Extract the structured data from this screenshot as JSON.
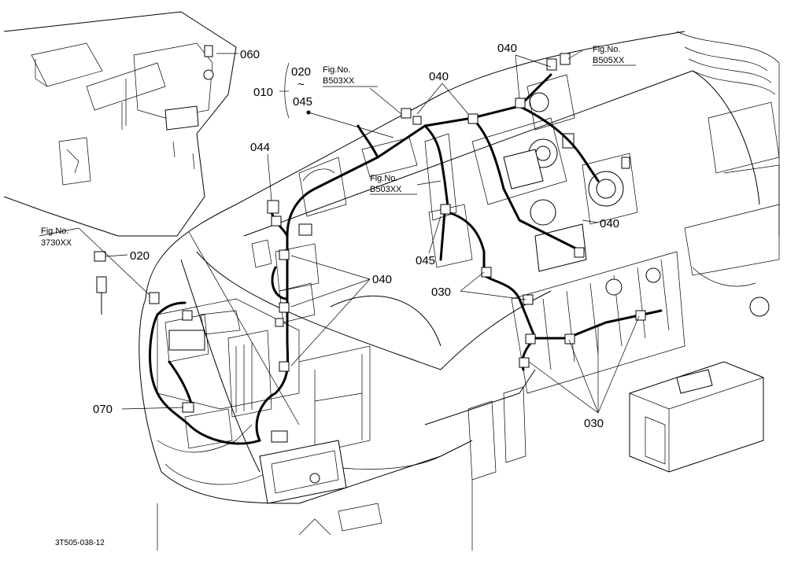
{
  "callouts": {
    "p060": "060",
    "p010": "010",
    "p020_top": "020",
    "p045_top": "045",
    "tilde": "~",
    "p040_top_mid": "040",
    "p040_top_right": "040",
    "p044": "044",
    "p040_right": "040",
    "p020_left": "020",
    "p045_mid": "045",
    "p040_mid": "040",
    "p030_mid": "030",
    "p070": "070",
    "p030_bottom": "030"
  },
  "references": {
    "fig_b503_top": {
      "prefix": "Fig.No.",
      "code": "B503XX"
    },
    "fig_b503_mid": {
      "prefix": "Fig.No.",
      "code": "B503XX"
    },
    "fig_b505": {
      "prefix": "Fig.No.",
      "code": "B505XX"
    },
    "fig_3730": {
      "prefix": "Fig.No.",
      "code": "3730XX"
    }
  },
  "drawing_code": "3T505-038-12"
}
